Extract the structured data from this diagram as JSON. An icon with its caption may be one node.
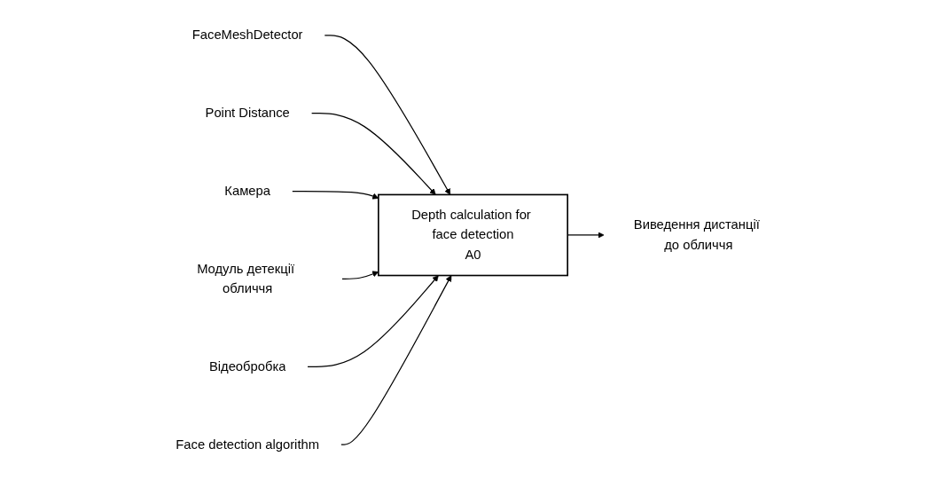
{
  "diagram": {
    "nodes": [
      {
        "text": [
          "FaceMeshDetector"
        ]
      },
      {
        "text": [
          "Point Distance"
        ]
      },
      {
        "text": [
          "Камера"
        ]
      },
      {
        "text": [
          "Модуль детекції обличчя"
        ]
      },
      {
        "text": [
          "Depth calculation for face detection",
          "A0"
        ]
      },
      {
        "text": [
          "Виведення дистанції до обличчя"
        ]
      },
      {
        "text": [
          "Відеобробка"
        ]
      },
      {
        "text": [
          "Face detection algorithm"
        ]
      }
    ],
    "edges": [
      {
        "from": 0,
        "to": 4,
        "arrow": "to"
      },
      {
        "from": 1,
        "to": 4,
        "arrow": "to"
      },
      {
        "from": 2,
        "to": 4,
        "arrow": "to"
      },
      {
        "from": 3,
        "to": 4,
        "arrow": "to"
      },
      {
        "from": 4,
        "to": 5,
        "arrow": "to"
      },
      {
        "from": 6,
        "to": 4,
        "arrow": "to"
      },
      {
        "from": 7,
        "to": 4,
        "arrow": "to"
      }
    ]
  }
}
